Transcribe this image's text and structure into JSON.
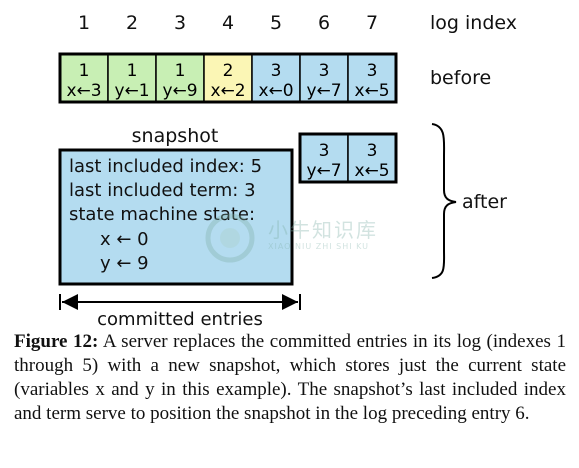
{
  "log_index_label": "log index",
  "indices": [
    "1",
    "2",
    "3",
    "4",
    "5",
    "6",
    "7"
  ],
  "before_label": "before",
  "after_label": "after",
  "before_entries": [
    {
      "term": "1",
      "cmd": "x←3",
      "color": "#c8efb4"
    },
    {
      "term": "1",
      "cmd": "y←1",
      "color": "#c8efb4"
    },
    {
      "term": "1",
      "cmd": "y←9",
      "color": "#c8efb4"
    },
    {
      "term": "2",
      "cmd": "x←2",
      "color": "#fbf6b5"
    },
    {
      "term": "3",
      "cmd": "x←0",
      "color": "#b4dcf0"
    },
    {
      "term": "3",
      "cmd": "y←7",
      "color": "#b4dcf0"
    },
    {
      "term": "3",
      "cmd": "x←5",
      "color": "#b4dcf0"
    }
  ],
  "after_entries": [
    {
      "term": "3",
      "cmd": "y←7",
      "color": "#b4dcf0"
    },
    {
      "term": "3",
      "cmd": "x←5",
      "color": "#b4dcf0"
    }
  ],
  "snapshot": {
    "title": "snapshot",
    "color": "#b4dcf0",
    "lines": [
      "last included index: 5",
      "last included term: 3",
      "state machine state:"
    ],
    "state": [
      "x ← 0",
      "y ← 9"
    ]
  },
  "committed_label": "committed entries",
  "watermark": {
    "text": "小牛知识库",
    "sub": "XIAO NIU ZHI SHI KU"
  },
  "caption": {
    "label": "Figure 12:",
    "text": " A server replaces the committed entries in its log (indexes 1 through 5) with a new snapshot, which stores just the current state (variables x and y in this example). The snapshot’s last included index and term serve to position the snapshot in the log preceding entry 6."
  }
}
